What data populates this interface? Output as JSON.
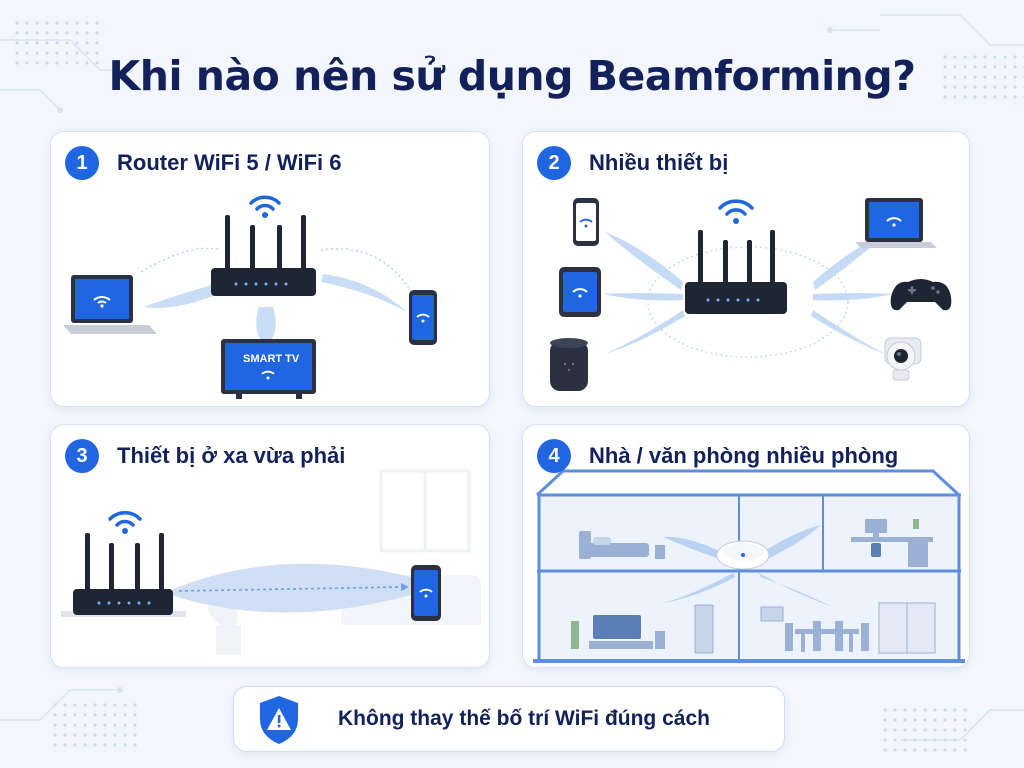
{
  "title": "Khi nào nên sử dụng Beamforming?",
  "panels": [
    {
      "number": "1",
      "title": "Router WiFi 5 / WiFi 6"
    },
    {
      "number": "2",
      "title": "Nhiều thiết bị"
    },
    {
      "number": "3",
      "title": "Thiết bị ở xa vừa phải"
    },
    {
      "number": "4",
      "title": "Nhà / văn phòng nhiều phòng"
    }
  ],
  "tv_label": "SMART TV",
  "warning": {
    "text": "Không thay thế bố trí WiFi đúng cách"
  },
  "colors": {
    "accent": "#1f66e0",
    "title": "#13215a",
    "beam": "#a9c8f1",
    "device_dark": "#1e2533",
    "background": "#f3f7fd"
  },
  "icons": [
    "wifi-icon",
    "router-icon",
    "laptop-icon",
    "phone-icon",
    "tv-icon",
    "tablet-icon",
    "smart-speaker-icon",
    "gamepad-icon",
    "camera-icon",
    "house-icon",
    "warning-shield-icon"
  ]
}
